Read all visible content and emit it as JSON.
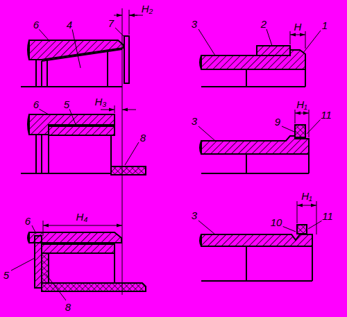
{
  "diagram": {
    "labels": [
      "6",
      "4",
      "7",
      "H₂",
      "3",
      "2",
      "H",
      "1",
      "6",
      "5",
      "H₃",
      "8",
      "3",
      "9",
      "H₁",
      "11",
      "6",
      "H₄",
      "5",
      "8",
      "3",
      "10",
      "H₁",
      "11"
    ]
  }
}
